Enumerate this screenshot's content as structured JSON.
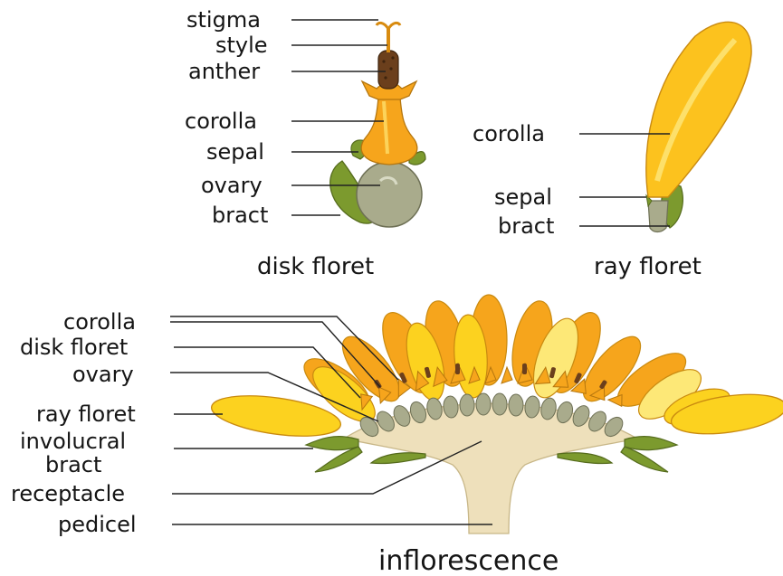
{
  "disk_floret": {
    "caption": "disk floret",
    "labels": {
      "stigma": "stigma",
      "style": "style",
      "anther": "anther",
      "corolla": "corolla",
      "sepal": "sepal",
      "ovary": "ovary",
      "bract": "bract"
    }
  },
  "ray_floret": {
    "caption": "ray floret",
    "labels": {
      "corolla": "corolla",
      "sepal": "sepal",
      "bract": "bract"
    }
  },
  "inflorescence": {
    "caption": "inflorescence",
    "labels": {
      "corolla": "corolla",
      "disk_floret": "disk floret",
      "ovary": "ovary",
      "ray_floret": "ray floret",
      "involucral_bract_line1": "involucral",
      "involucral_bract_line2": "bract",
      "receptacle": "receptacle",
      "pedicel": "pedicel"
    }
  },
  "colors": {
    "petal_orange": "#f6a51c",
    "petal_yellow": "#fcd21f",
    "petal_pale": "#fde877",
    "ovary_gray": "#a7a98a",
    "bract_green": "#76912c",
    "receptacle": "#eee0bb",
    "anther_brown": "#6b3f1c"
  }
}
